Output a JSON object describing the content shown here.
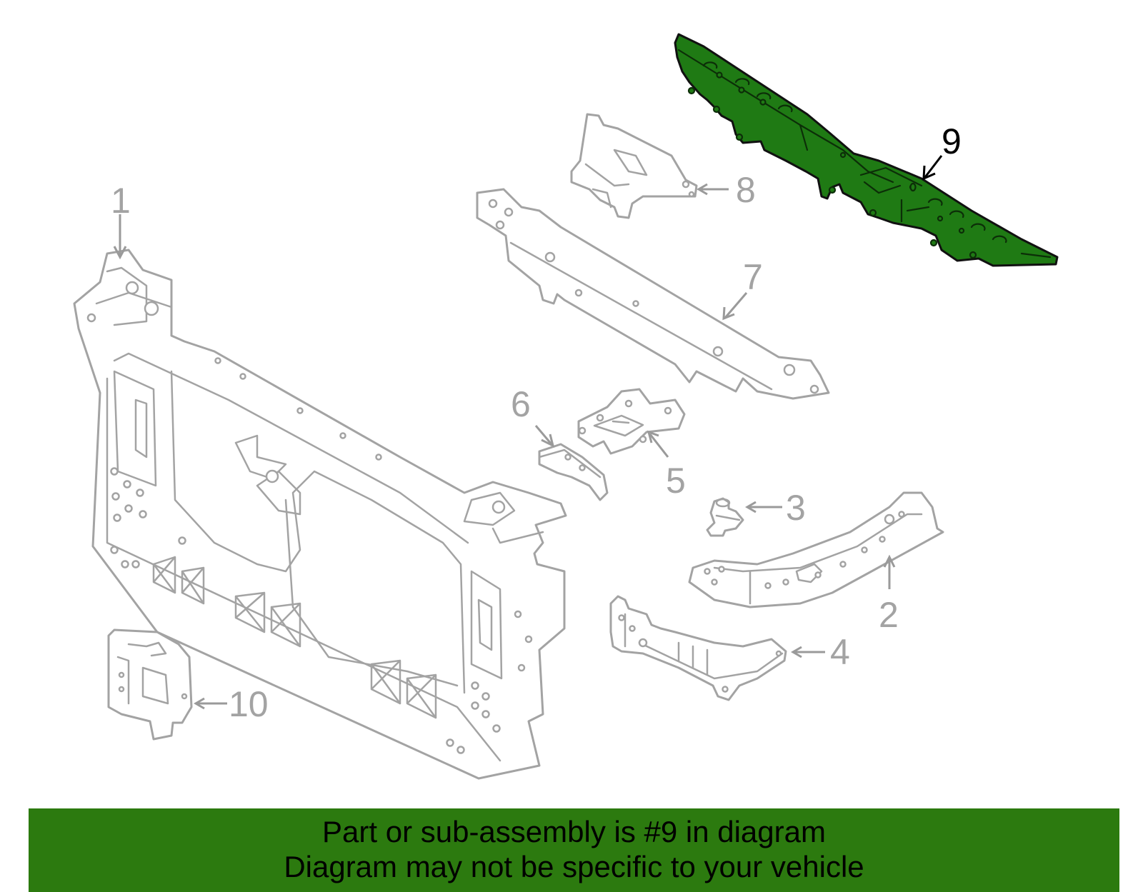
{
  "diagram": {
    "callouts": [
      {
        "id": "1",
        "label": "1"
      },
      {
        "id": "2",
        "label": "2"
      },
      {
        "id": "3",
        "label": "3"
      },
      {
        "id": "4",
        "label": "4"
      },
      {
        "id": "5",
        "label": "5"
      },
      {
        "id": "6",
        "label": "6"
      },
      {
        "id": "7",
        "label": "7"
      },
      {
        "id": "8",
        "label": "8"
      },
      {
        "id": "9",
        "label": "9"
      },
      {
        "id": "10",
        "label": "10"
      }
    ],
    "highlighted_part": "9",
    "colors": {
      "highlight_fill": "#1f7a14",
      "line_gray": "#a3a3a3",
      "banner_green": "#2c7a0f"
    }
  },
  "banner": {
    "line1": "Part or sub-assembly is #9 in diagram",
    "line2": "Diagram may not be specific to your vehicle"
  }
}
